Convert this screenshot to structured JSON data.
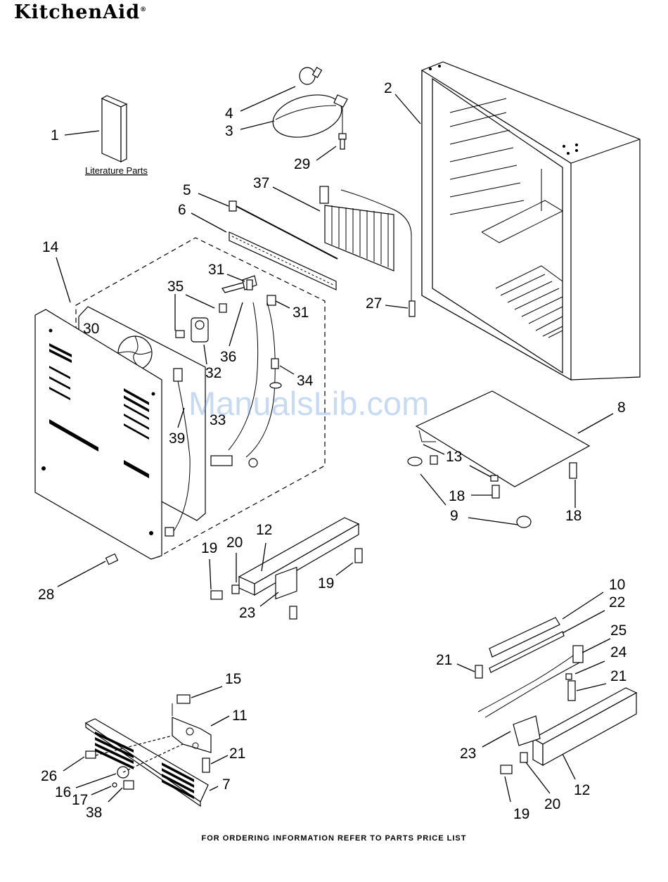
{
  "brand": "KitchenAid",
  "brand_mark": "®",
  "literature_label": "Literature Parts",
  "footer": "FOR ORDERING INFORMATION REFER TO PARTS PRICE LIST",
  "watermark": "ManualsLib.com",
  "callouts": {
    "c1": "1",
    "c2": "2",
    "c3": "3",
    "c4": "4",
    "c5": "5",
    "c6": "6",
    "c7": "7",
    "c8": "8",
    "c9": "9",
    "c10": "10",
    "c11": "11",
    "c12a": "12",
    "c12b": "12",
    "c13": "13",
    "c14": "14",
    "c15": "15",
    "c16": "16",
    "c17": "17",
    "c18a": "18",
    "c18b": "18",
    "c19a": "19",
    "c19b": "19",
    "c19c": "19",
    "c20a": "20",
    "c20b": "20",
    "c21a": "21",
    "c21b": "21",
    "c21c": "21",
    "c22": "22",
    "c23a": "23",
    "c23b": "23",
    "c24": "24",
    "c25": "25",
    "c26": "26",
    "c27": "27",
    "c28": "28",
    "c29": "29",
    "c30": "30",
    "c31a": "31",
    "c31b": "31",
    "c32": "32",
    "c33": "33",
    "c34": "34",
    "c35": "35",
    "c36": "36",
    "c37": "37",
    "c38": "38",
    "c39": "39"
  }
}
